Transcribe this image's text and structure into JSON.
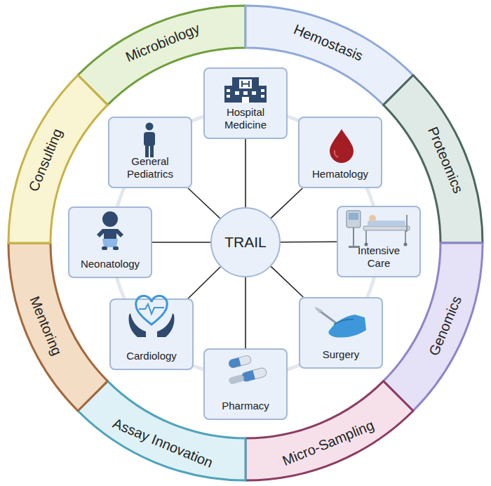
{
  "diagram": {
    "nodes": [
      {
        "text": [
          "Microbiology"
        ]
      },
      {
        "text": [
          "Hemostasis"
        ]
      },
      {
        "text": [
          "Proteomics"
        ]
      },
      {
        "text": [
          "Genomics"
        ]
      },
      {
        "text": [
          "Micro-Sampling"
        ]
      },
      {
        "text": [
          "Assay Innovation"
        ]
      },
      {
        "text": [
          "Mentoring"
        ]
      },
      {
        "text": [
          "Consulting"
        ]
      },
      {
        "text": [
          "TRAIL"
        ]
      },
      {
        "text": [
          "Hospital Medicine"
        ]
      },
      {
        "text": [
          "Hematology"
        ]
      },
      {
        "text": [
          "Intensive Care"
        ]
      },
      {
        "text": [
          "Surgery"
        ]
      },
      {
        "text": [
          "Pharmacy"
        ]
      },
      {
        "text": [
          "Cardiology"
        ]
      },
      {
        "text": [
          "Neonatology"
        ]
      },
      {
        "text": [
          "General Pediatrics"
        ]
      }
    ],
    "edges": [
      {
        "from": 8,
        "to": 9,
        "arrow": "none"
      },
      {
        "from": 8,
        "to": 10,
        "arrow": "none"
      },
      {
        "from": 8,
        "to": 11,
        "arrow": "none"
      },
      {
        "from": 8,
        "to": 12,
        "arrow": "none"
      },
      {
        "from": 8,
        "to": 13,
        "arrow": "none"
      },
      {
        "from": 8,
        "to": 14,
        "arrow": "none"
      },
      {
        "from": 8,
        "to": 15,
        "arrow": "none"
      },
      {
        "from": 8,
        "to": 16,
        "arrow": "none"
      }
    ]
  }
}
